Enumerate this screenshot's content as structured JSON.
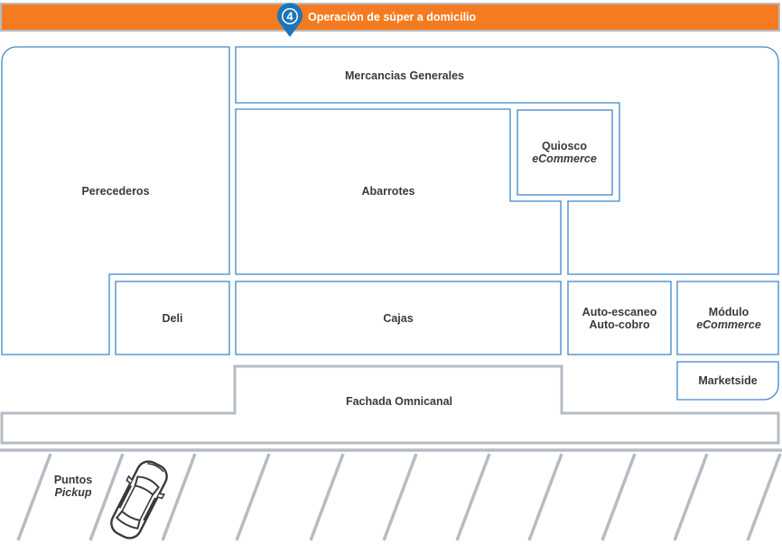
{
  "header": {
    "step_number": "4",
    "title": "Operación de súper a domicilio",
    "bar_color": "#f47b20",
    "pin_color": "#1b75bc"
  },
  "zones": {
    "mercancias": "Mercancias Generales",
    "perecederos": "Perecederos",
    "abarrotes": "Abarrotes",
    "quiosco_line1": "Quiosco",
    "quiosco_line2": "eCommerce",
    "deli": "Deli",
    "cajas": "Cajas",
    "autoescaneo_line1": "Auto-escaneo",
    "autoescaneo_line2": "Auto-cobro",
    "modulo_line1": "Módulo",
    "modulo_line2": "eCommerce",
    "marketside": "Marketside",
    "fachada": "Fachada Omnicanal"
  },
  "parking": {
    "pickup_line1": "Puntos",
    "pickup_line2": "Pickup",
    "car_icon": "car-icon"
  },
  "colors": {
    "zone_outline": "#3f86c7",
    "facade_outline": "#b6bcc4",
    "text": "#3a3a3a"
  }
}
